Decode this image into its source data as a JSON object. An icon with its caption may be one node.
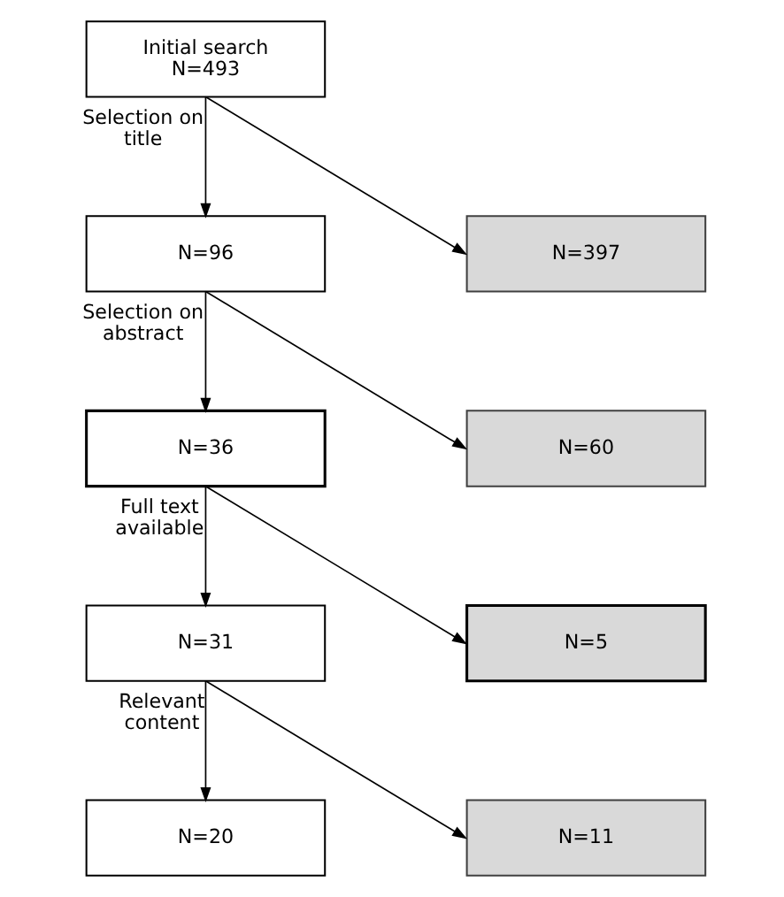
{
  "diagram": {
    "nodes": [
      {
        "text": [
          "Initial search",
          "N=493"
        ]
      },
      {
        "text": [
          "N=96"
        ]
      },
      {
        "text": [
          "N=397"
        ]
      },
      {
        "text": [
          "N=36"
        ]
      },
      {
        "text": [
          "N=60"
        ]
      },
      {
        "text": [
          "N=31"
        ]
      },
      {
        "text": [
          "N=5"
        ]
      },
      {
        "text": [
          "N=20"
        ]
      },
      {
        "text": [
          "N=11"
        ]
      }
    ],
    "edges": [
      {
        "from": 0,
        "to": 1,
        "arrow": "to",
        "label": "Selection on title"
      },
      {
        "from": 0,
        "to": 2,
        "arrow": "to"
      },
      {
        "from": 1,
        "to": 3,
        "arrow": "to",
        "label": "Selection on abstract"
      },
      {
        "from": 1,
        "to": 4,
        "arrow": "to"
      },
      {
        "from": 3,
        "to": 5,
        "arrow": "to",
        "label": "Full text available"
      },
      {
        "from": 3,
        "to": 6,
        "arrow": "to"
      },
      {
        "from": 5,
        "to": 7,
        "arrow": "to",
        "label": "Relevant content"
      },
      {
        "from": 5,
        "to": 8,
        "arrow": "to"
      }
    ]
  }
}
